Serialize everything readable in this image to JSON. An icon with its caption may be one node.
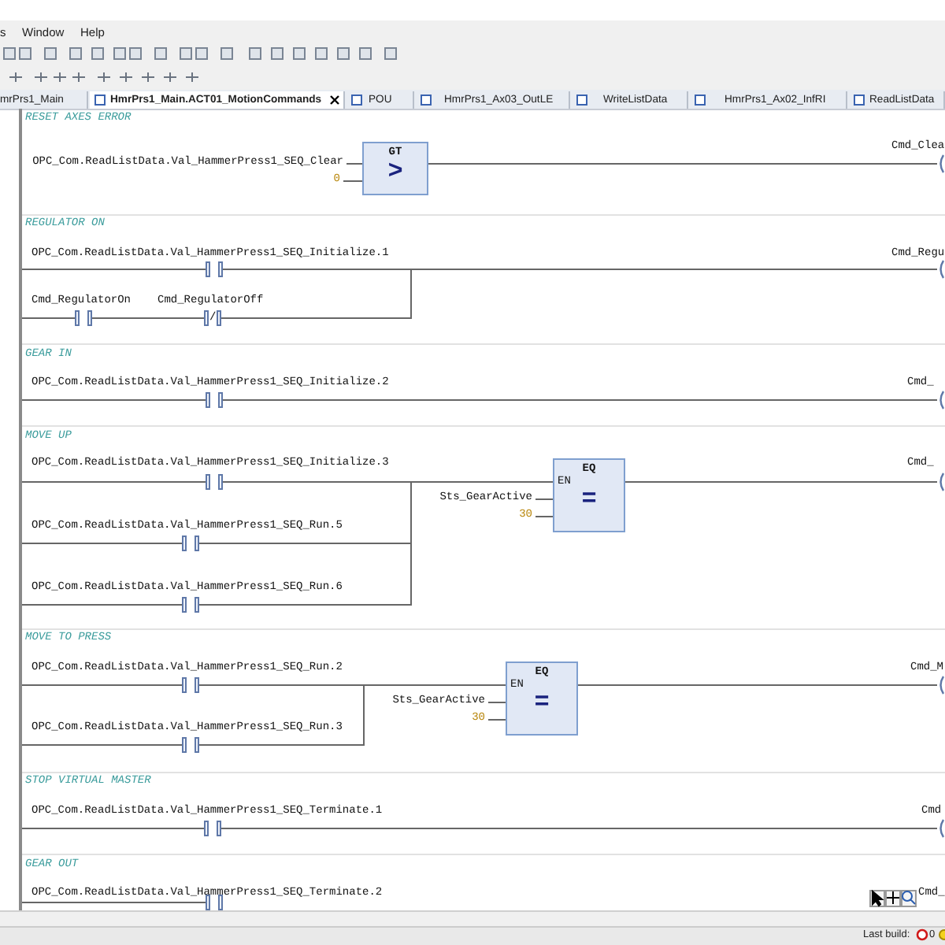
{
  "diagram": {
    "nodes": [
      {
        "text": [],
        "shape": "bar"
      },
      {
        "text": [
          "OPC_Com.ReadListData.Val_HammerPress1_SEQ_Clear"
        ]
      },
      {
        "text": [
          "0"
        ]
      },
      {
        "text": [
          "GT",
          ">"
        ]
      },
      {
        "text": [
          "Cmd_Clea"
        ]
      },
      {
        "text": [
          "OPC_Com.ReadListData.Val_HammerPress1_SEQ_Initialize.1"
        ]
      },
      {
        "text": [
          "Cmd_RegulatorOn"
        ]
      },
      {
        "text": [
          "Cmd_RegulatorOff",
          "/"
        ]
      },
      {
        "text": [
          "Cmd_Regu"
        ]
      },
      {
        "text": [
          "OPC_Com.ReadListData.Val_HammerPress1_SEQ_Initialize.2"
        ]
      },
      {
        "text": [
          "Cmd_"
        ]
      },
      {
        "text": [
          "OPC_Com.ReadListData.Val_HammerPress1_SEQ_Initialize.3"
        ]
      },
      {
        "text": [
          "OPC_Com.ReadListData.Val_HammerPress1_SEQ_Run.5"
        ]
      },
      {
        "text": [
          "OPC_Com.ReadListData.Val_HammerPress1_SEQ_Run.6"
        ]
      },
      {
        "text": [
          "Sts_GearActive"
        ]
      },
      {
        "text": [
          "30"
        ]
      },
      {
        "text": [
          "EQ",
          "EN",
          "="
        ]
      },
      {
        "text": [
          "Cmd_"
        ]
      },
      {
        "text": [
          "OPC_Com.ReadListData.Val_HammerPress1_SEQ_Run.2"
        ]
      },
      {
        "text": [
          "OPC_Com.ReadListData.Val_HammerPress1_SEQ_Run.3"
        ]
      },
      {
        "text": [
          "Sts_GearActive"
        ]
      },
      {
        "text": [
          "30"
        ]
      },
      {
        "text": [
          "EQ",
          "EN",
          "="
        ]
      },
      {
        "text": [
          "Cmd_M"
        ]
      },
      {
        "text": [
          "OPC_Com.ReadListData.Val_HammerPress1_SEQ_Terminate.1"
        ]
      },
      {
        "text": [
          "Cmd"
        ]
      },
      {
        "text": [
          "OPC_Com.ReadListData.Val_HammerPress1_SEQ_Terminate.2"
        ]
      },
      {
        "text": [
          "Cmd_"
        ]
      }
    ],
    "edges": [
      {
        "from": 1,
        "to": 3,
        "arrow": "none"
      },
      {
        "from": 2,
        "to": 3,
        "arrow": "none"
      },
      {
        "from": 3,
        "to": 4,
        "arrow": "none"
      },
      {
        "from": 0,
        "to": 5,
        "arrow": "none"
      },
      {
        "from": 5,
        "to": 8,
        "arrow": "none"
      },
      {
        "from": 0,
        "to": 6,
        "arrow": "none"
      },
      {
        "from": 6,
        "to": 7,
        "arrow": "none"
      },
      {
        "from": 7,
        "to": 8,
        "arrow": "none"
      },
      {
        "from": 0,
        "to": 9,
        "arrow": "none"
      },
      {
        "from": 9,
        "to": 10,
        "arrow": "none"
      },
      {
        "from": 0,
        "to": 11,
        "arrow": "none"
      },
      {
        "from": 11,
        "to": 16,
        "arrow": "none"
      },
      {
        "from": 0,
        "to": 12,
        "arrow": "none"
      },
      {
        "from": 12,
        "to": 16,
        "arrow": "none"
      },
      {
        "from": 0,
        "to": 13,
        "arrow": "none"
      },
      {
        "from": 13,
        "to": 16,
        "arrow": "none"
      },
      {
        "from": 14,
        "to": 16,
        "arrow": "none"
      },
      {
        "from": 15,
        "to": 16,
        "arrow": "none"
      },
      {
        "from": 16,
        "to": 17,
        "arrow": "none"
      },
      {
        "from": 0,
        "to": 18,
        "arrow": "none"
      },
      {
        "from": 18,
        "to": 22,
        "arrow": "none"
      },
      {
        "from": 0,
        "to": 19,
        "arrow": "none"
      },
      {
        "from": 19,
        "to": 22,
        "arrow": "none"
      },
      {
        "from": 20,
        "to": 22,
        "arrow": "none"
      },
      {
        "from": 21,
        "to": 22,
        "arrow": "none"
      },
      {
        "from": 22,
        "to": 23,
        "arrow": "none"
      },
      {
        "from": 0,
        "to": 24,
        "arrow": "none"
      },
      {
        "from": 24,
        "to": 25,
        "arrow": "none"
      },
      {
        "from": 0,
        "to": 26,
        "arrow": "none"
      }
    ],
    "labels": [
      "s",
      "Window",
      "Help",
      "mrPrs1_Main",
      "HmrPrs1_Main.ACT01_MotionCommands",
      "POU",
      "HmrPrs1_Ax03_OutLE",
      "WriteListData",
      "HmrPrs1_Ax02_InfRI",
      "ReadListData",
      "RESET AXES ERROR",
      "REGULATOR ON",
      "GEAR IN",
      "MOVE UP",
      "MOVE TO PRESS",
      "STOP VIRTUAL MASTER",
      "GEAR OUT",
      "Last build:",
      "0"
    ]
  }
}
